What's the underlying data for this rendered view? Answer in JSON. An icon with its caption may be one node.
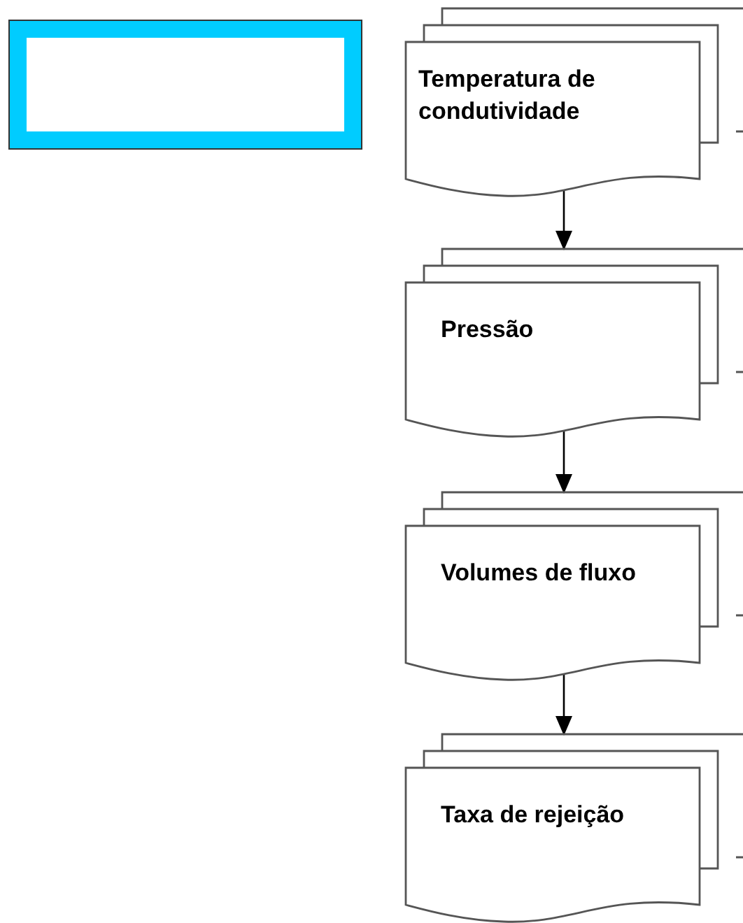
{
  "diagram": {
    "nodes": [
      {
        "text": [],
        "shape": "box"
      },
      {
        "text": [
          "Temperatura de condutividade"
        ]
      },
      {
        "text": [
          "Pressão"
        ]
      },
      {
        "text": [
          "Volumes de fluxo"
        ]
      },
      {
        "text": [
          "Taxa de rejeição"
        ]
      }
    ],
    "edges": [
      {
        "from": 1,
        "to": 2,
        "arrow": "to"
      },
      {
        "from": 2,
        "to": 3,
        "arrow": "to"
      },
      {
        "from": 3,
        "to": 4,
        "arrow": "to"
      }
    ]
  }
}
